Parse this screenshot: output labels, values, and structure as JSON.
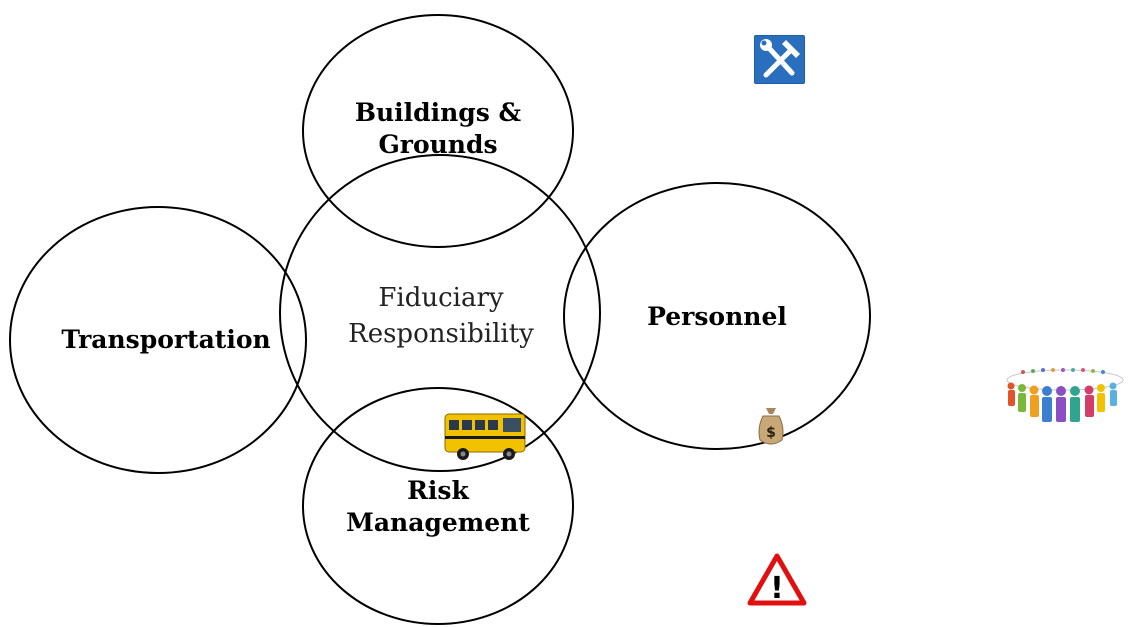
{
  "diagram": {
    "center_label_line1": "Fiduciary",
    "center_label_line2": "Responsibility",
    "top_label_line1": "Buildings &",
    "top_label_line2": "Grounds",
    "left_label": "Transportation",
    "right_label": "Personnel",
    "bottom_label_line1": "Risk",
    "bottom_label_line2": "Management"
  },
  "icons": {
    "tools": "hammer-wrench-icon",
    "people": "people-circle-icon",
    "bus": "school-bus-icon",
    "money": "money-bag-icon",
    "warning": "warning-icon",
    "money_symbol": "$",
    "warning_symbol": "!"
  },
  "colors": {
    "circle_stroke": "#000000",
    "tools_bg": "#1f5fa8",
    "bus_yellow": "#f2c200",
    "warning_red": "#e01010"
  }
}
